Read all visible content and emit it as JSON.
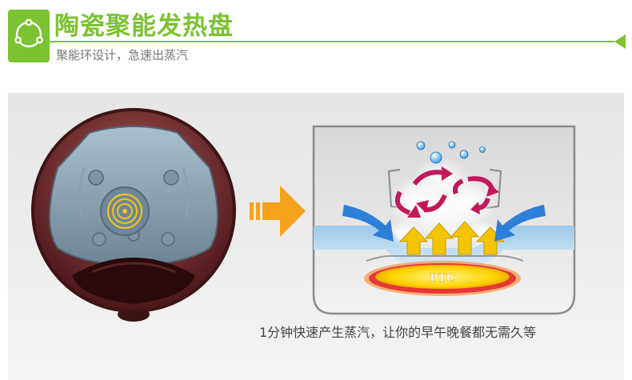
{
  "header": {
    "title": "陶瓷聚能发热盘",
    "subtitle": "聚能环设计，急速出蒸汽",
    "accent_color": "#7cc231",
    "icon": "circle-nodes-icon"
  },
  "diagram": {
    "ptc_label": "PTC",
    "caption": "1分钟快速产生蒸汽，让你的早午晚餐都无需久等",
    "arrow_color": "#f7a21b",
    "steam_arrow_color": "#f5c400",
    "cycle_arrow_color": "#c2185b",
    "inflow_arrow_color": "#2d7fd8",
    "heat_color": "#e53935"
  }
}
